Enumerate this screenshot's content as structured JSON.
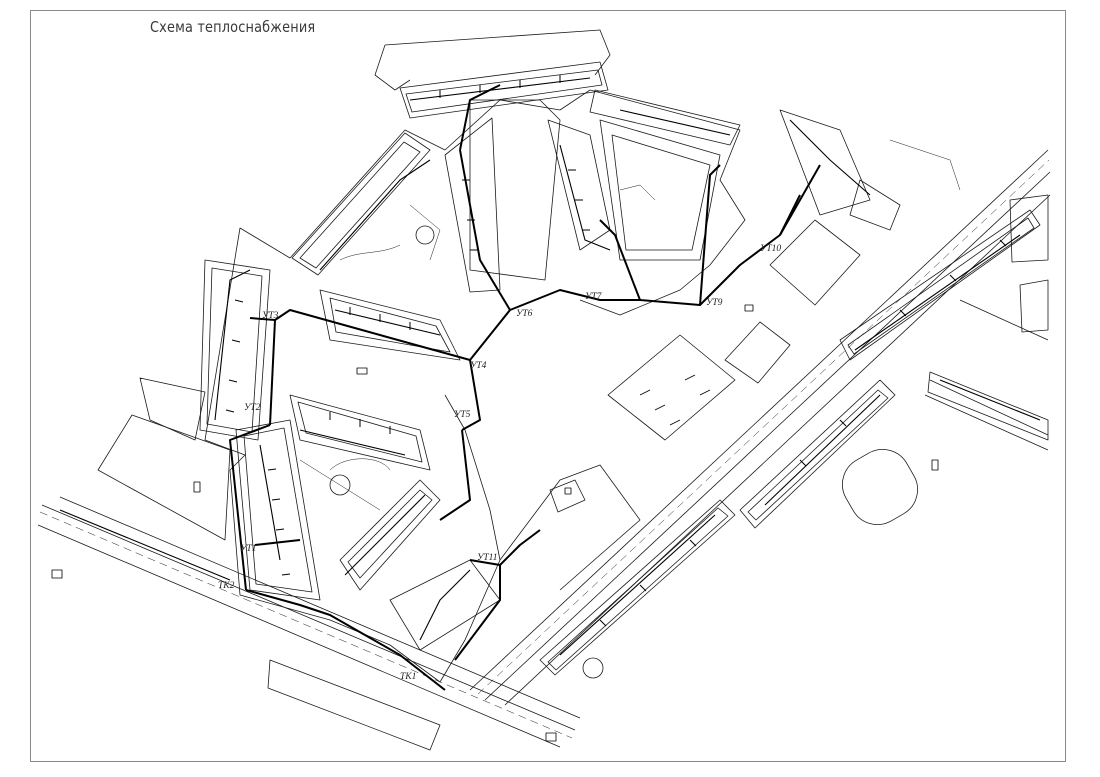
{
  "title": "Схема теплоснабжения",
  "colors": {
    "line": "#1a1a1a",
    "main_pipe": "#000000",
    "background": "#ffffff",
    "frame": "#8a8a8a"
  },
  "nodes": [
    {
      "id": "ut1",
      "label": "УТ1"
    },
    {
      "id": "ut2",
      "label": "УТ2"
    },
    {
      "id": "ut3",
      "label": "УТ3"
    },
    {
      "id": "ut4",
      "label": "УТ4"
    },
    {
      "id": "ut5",
      "label": "УТ5"
    },
    {
      "id": "ut6",
      "label": "УТ6"
    },
    {
      "id": "ut7",
      "label": "УТ7"
    },
    {
      "id": "ut9",
      "label": "УТ9"
    },
    {
      "id": "ut10",
      "label": "УТ10"
    },
    {
      "id": "ut11",
      "label": "УТ11"
    },
    {
      "id": "tk1",
      "label": "ТК1"
    },
    {
      "id": "tk2",
      "label": "ТК2"
    }
  ]
}
